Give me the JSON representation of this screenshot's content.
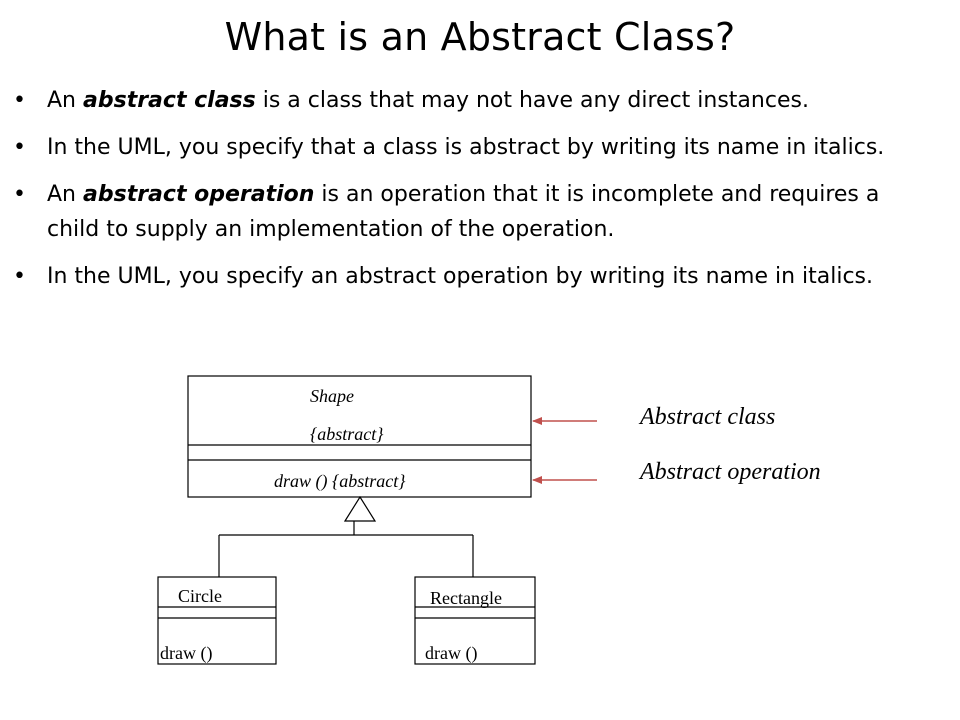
{
  "title": "What is an Abstract Class?",
  "bullets": [
    {
      "pre": "An ",
      "em": "abstract class",
      "post": " is a class that may not have any direct instances."
    },
    {
      "pre": "In the UML, you specify that a class is abstract by writing its name in italics.",
      "em": "",
      "post": ""
    },
    {
      "pre": "An ",
      "em": "abstract operation",
      "post": "  is an operation that it is incomplete and requires a child to supply an implementation of the operation."
    },
    {
      "pre": "In the UML, you specify an abstract operation by writing its name in italics.",
      "em": "",
      "post": ""
    }
  ],
  "diagram": {
    "shape": {
      "name": "Shape",
      "stereotype": "{abstract}",
      "operation": "draw () {abstract}"
    },
    "circle": {
      "name": "Circle",
      "operation": "draw ()"
    },
    "rectangle": {
      "name": "Rectangle",
      "operation": "draw ()"
    },
    "annotations": {
      "abstract_class": "Abstract class",
      "abstract_operation": "Abstract operation"
    },
    "arrow_color": "#c0504d"
  }
}
